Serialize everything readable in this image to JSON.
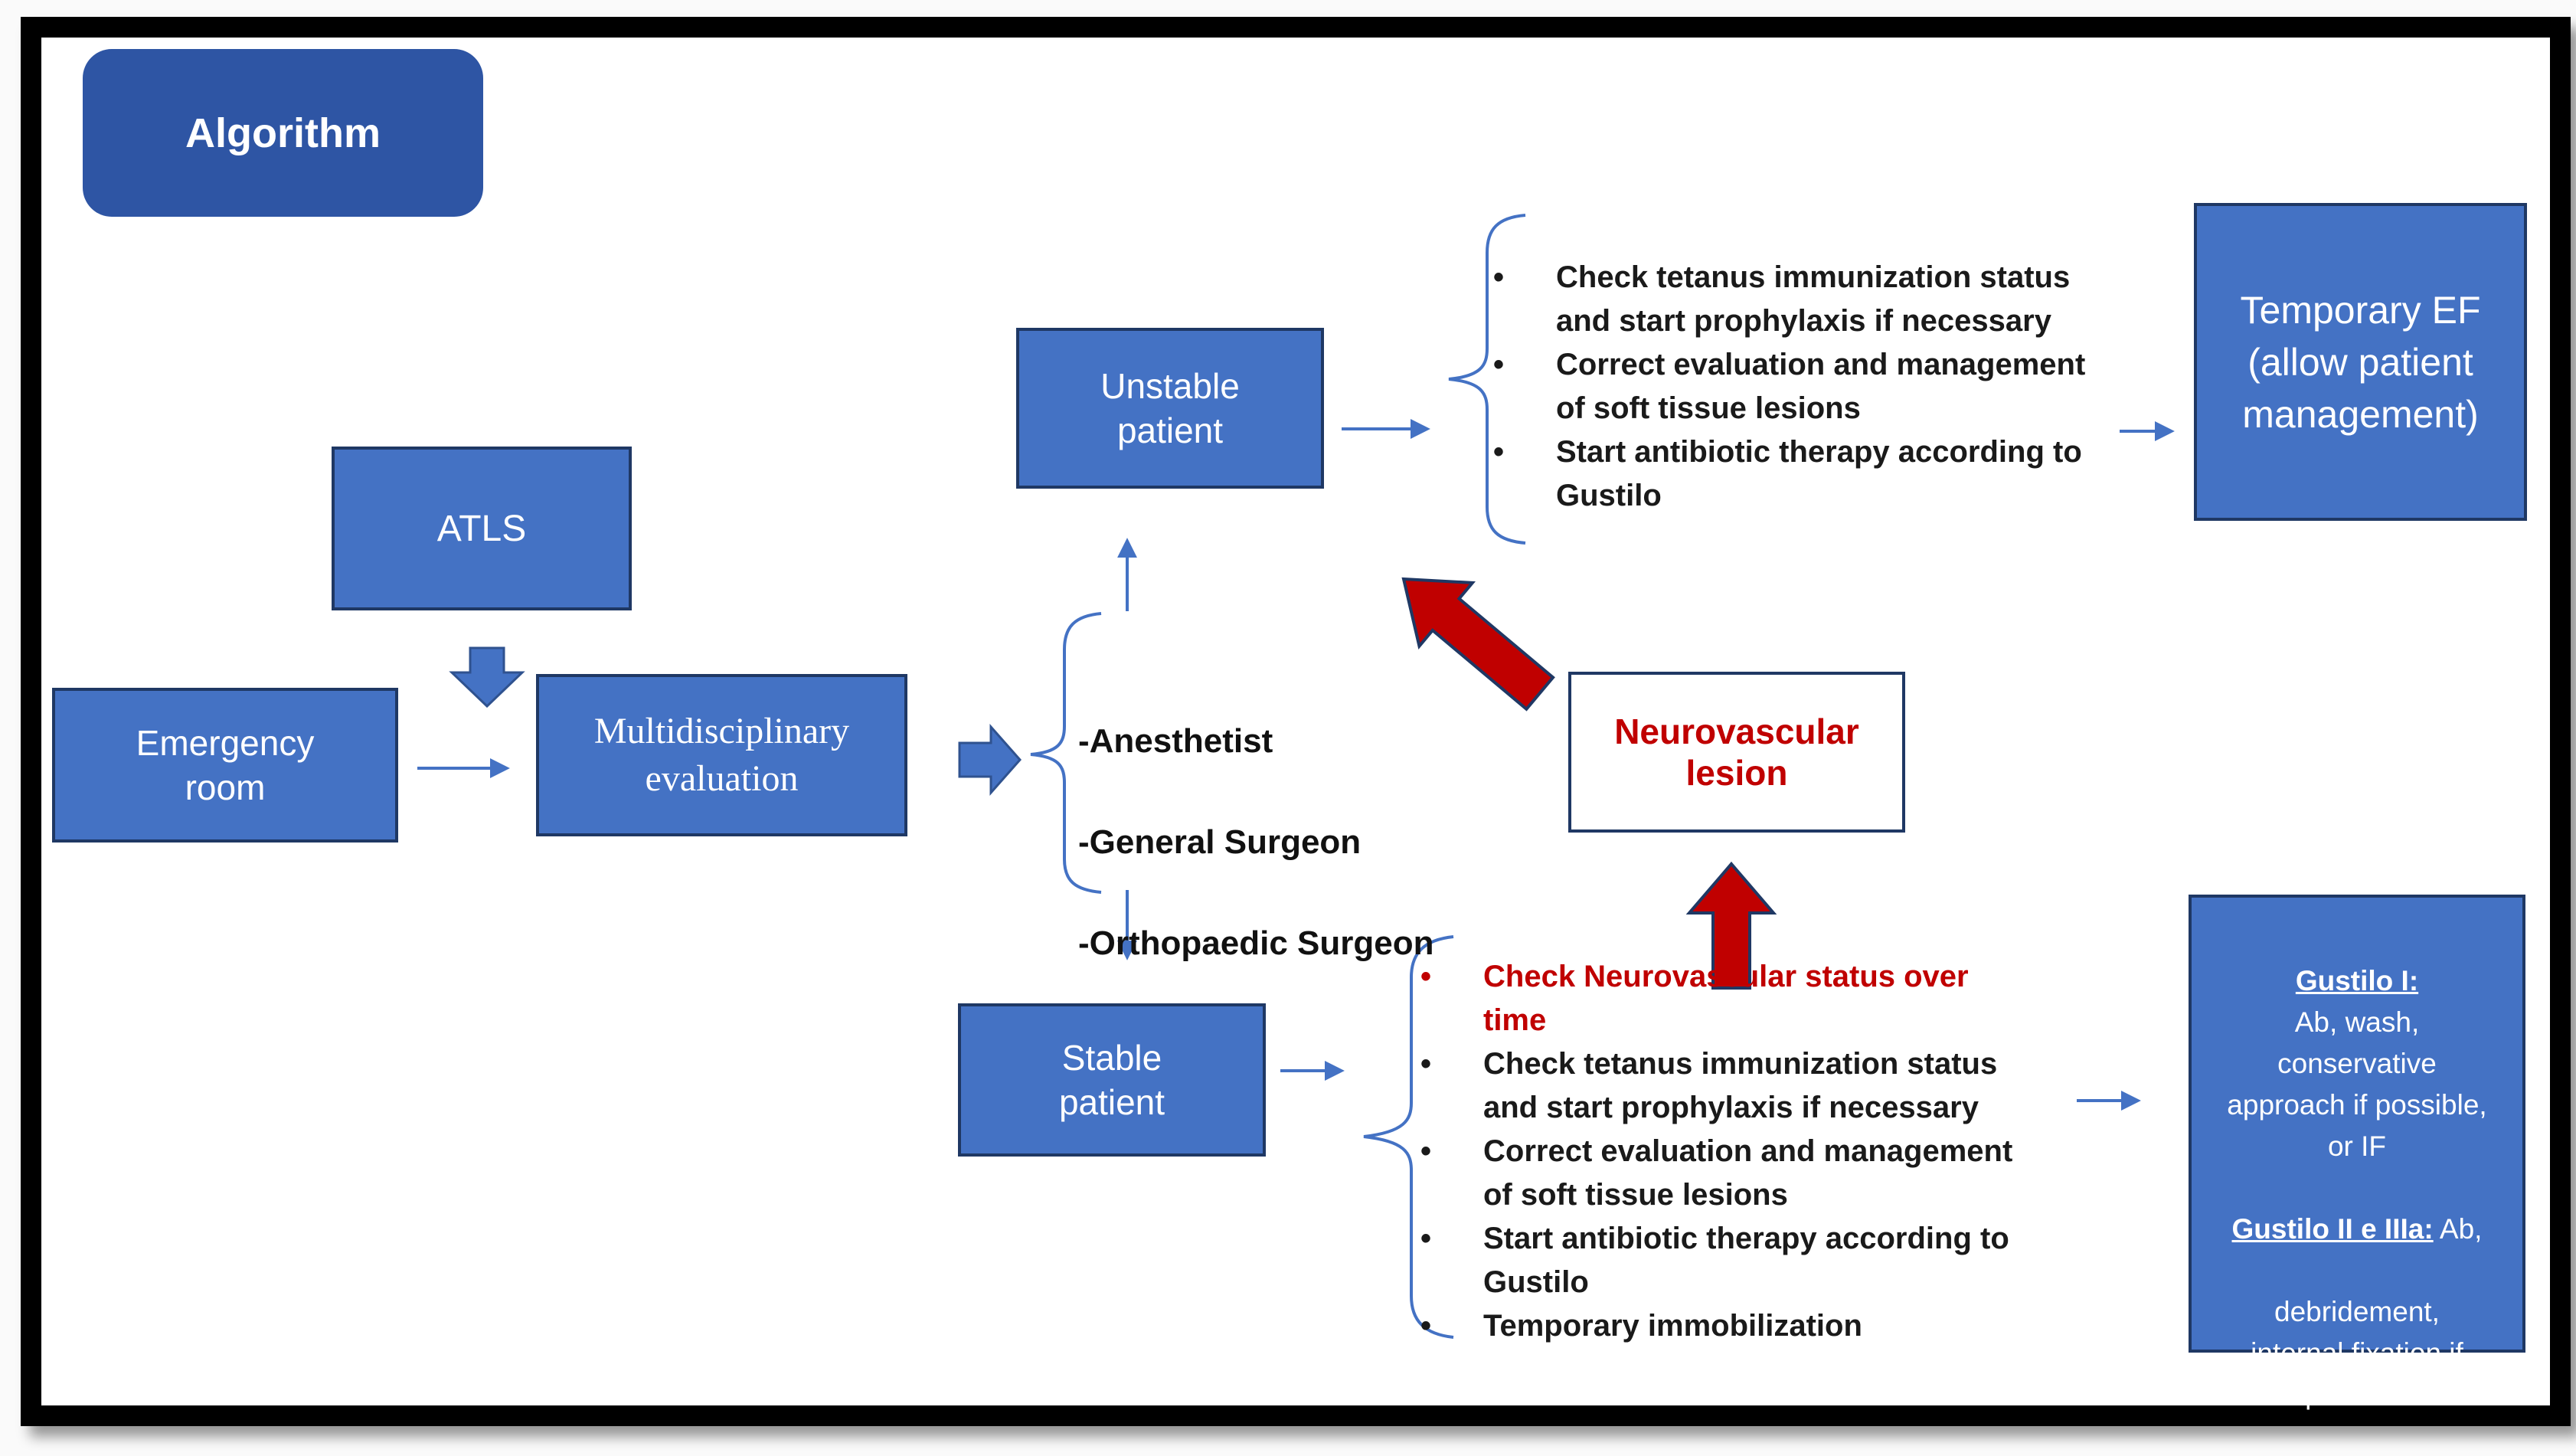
{
  "slide": {
    "title": "Algorithm"
  },
  "colors": {
    "box_fill_blue": "#4472C4",
    "box_border_navy": "#1F3864",
    "title_box_blue": "#2E55A4",
    "alert_red": "#C00000",
    "connector_blue": "#4472C4",
    "frame_black": "#000000"
  },
  "boxes": {
    "atls": {
      "label": "ATLS"
    },
    "emergency_room": {
      "label": "Emergency\nroom"
    },
    "multidisciplinary": {
      "label": "Multidisciplinary\nevaluation"
    },
    "unstable_patient": {
      "label": "Unstable\npatient"
    },
    "stable_patient": {
      "label": "Stable\npatient"
    },
    "temporary_ef": {
      "label": "Temporary EF\n(allow patient\nmanagement)"
    },
    "neurovascular_lesion": {
      "label": "Neurovascular\nlesion"
    },
    "gustilo": {
      "title1": "Gustilo I:",
      "body1": "Ab, wash,\nconservative\napproach if possible,\nor IF",
      "title2": "Gustilo II e IIIa:",
      "title2_inline": " Ab,",
      "body2": "debridement,\ninternal fixation if\npossible"
    }
  },
  "team_list": {
    "items": [
      "-Anesthetist",
      "-General Surgeon",
      "-Orthopaedic Surgeon"
    ]
  },
  "unstable_checklist": {
    "items": [
      "Check tetanus immunization status\nand start prophylaxis if necessary",
      "Correct evaluation and management\nof soft tissue lesions",
      "Start antibiotic therapy according to\nGustilo"
    ]
  },
  "stable_checklist": {
    "highlight_item": "Check  Neurovascular status over\ntime",
    "items": [
      "Check tetanus immunization status\nand start prophylaxis if necessary",
      "Correct evaluation and management\nof soft tissue lesions",
      "Start antibiotic therapy according to\nGustilo",
      "Temporary immobilization"
    ]
  }
}
